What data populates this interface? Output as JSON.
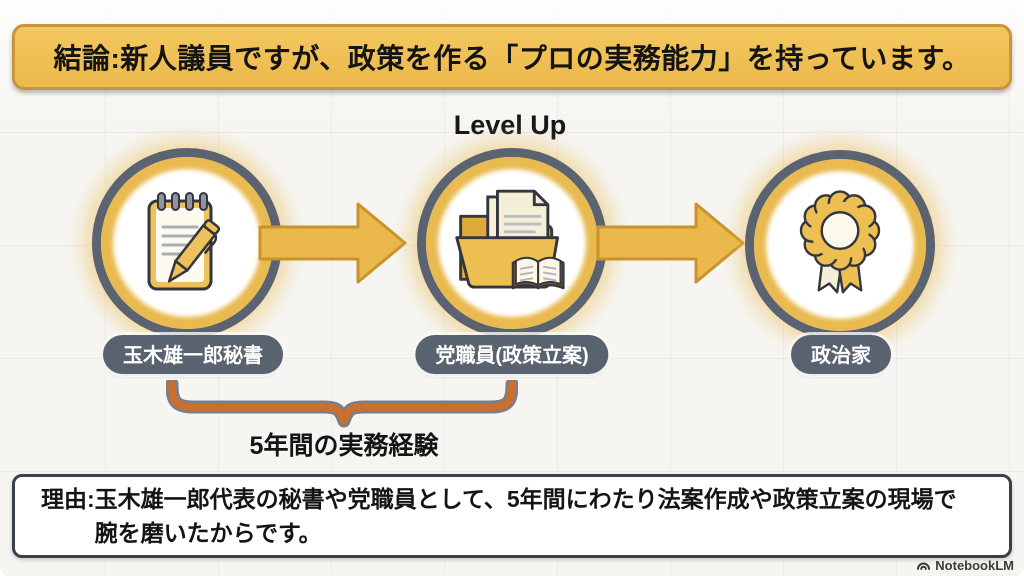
{
  "banner": {
    "text": "結論:新人議員ですが、政策を作る「プロの実務能力」を持っています。"
  },
  "flow": {
    "level_up_label": "Level Up",
    "steps": [
      {
        "label": "玉木雄一郎秘書",
        "icon": "notepad-pen-icon"
      },
      {
        "label": "党職員(政策立案)",
        "icon": "folder-documents-icon"
      },
      {
        "label": "政治家",
        "icon": "award-rosette-icon"
      }
    ]
  },
  "brace": {
    "label": "5年間の実務経験"
  },
  "reason": {
    "prefix": "理由:",
    "line1": "玉木雄一郎代表の秘書や党職員として、5年間にわたり法案作成や政策立案の現場で",
    "line2": "腕を磨いたからです。"
  },
  "watermark": {
    "text": "NotebookLM"
  },
  "colors": {
    "banner_fill": "#EFC056",
    "banner_border": "#C7953B",
    "ring_gray": "#5B6370",
    "ring_gold": "#E9BA4F",
    "arrow_fill": "#EBB94B",
    "arrow_stroke": "#C8922D",
    "pill_bg": "#59626F",
    "brace_orange": "#CE6E2D",
    "brace_outline": "#7A7F87",
    "reason_border": "#3A4049"
  }
}
